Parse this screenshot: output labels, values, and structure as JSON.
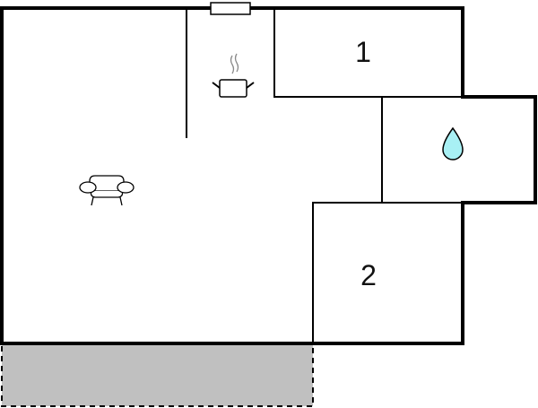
{
  "floorplan": {
    "rooms": [
      {
        "id": "living",
        "label": "",
        "icon": "armchair-icon"
      },
      {
        "id": "kitchen",
        "label": "",
        "icon": "cooking-pot-icon"
      },
      {
        "id": "bedroom-1",
        "label": "1"
      },
      {
        "id": "bathroom",
        "label": "",
        "icon": "water-drop-icon"
      },
      {
        "id": "bedroom-2",
        "label": "2"
      },
      {
        "id": "terrace",
        "label": "",
        "fill": "#c0c0c0",
        "border": "dashed"
      }
    ],
    "colors": {
      "wall": "#000000",
      "terrace": "#c0c0c0",
      "water_drop": "#a8f0f4"
    },
    "window": {
      "position": "top"
    }
  }
}
